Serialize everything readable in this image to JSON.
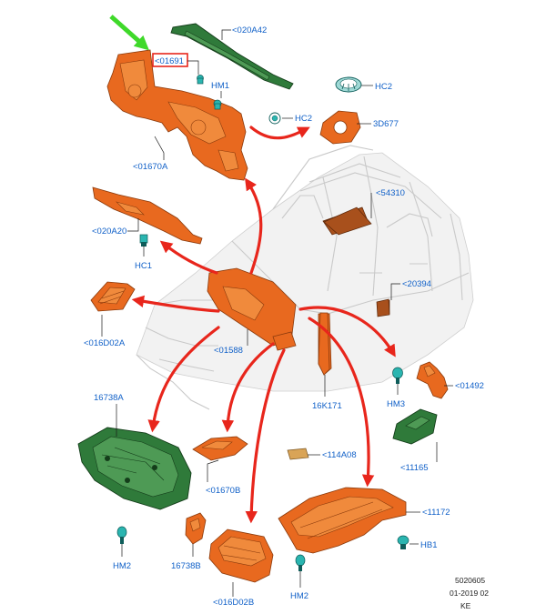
{
  "labels": {
    "020A42": "<020A42",
    "01691": "<01691",
    "HM1": "HM1",
    "HC2a": "HC2",
    "HC2b": "HC2",
    "3D677": "3D677",
    "01670A": "<01670A",
    "54310": "<54310",
    "020A20": "<020A20",
    "HC1": "HC1",
    "20394": "<20394",
    "016D02A": "<016D02A",
    "01588": "<01588",
    "HM3": "HM3",
    "01492": "<01492",
    "16738A": "16738A",
    "16K171": "16K171",
    "114A08": "<114A08",
    "11165": "<11165",
    "01670B": "<01670B",
    "11172": "<11172",
    "HB1": "HB1",
    "HM2a": "HM2",
    "16738B": "16738B",
    "016D02B": "<016D02B",
    "HM2b": "HM2"
  },
  "footer": {
    "line1": "5020605",
    "line2": "01-2019 02",
    "line3": "KE"
  },
  "colors": {
    "label": "#1060c8",
    "arrow_red": "#e8261c",
    "arrow_green": "#3fd92a",
    "highlight_box": "#e8261c",
    "part_orange": "#e8691f",
    "part_green": "#2f7a3a",
    "clip_teal": "#2ab5b0"
  }
}
